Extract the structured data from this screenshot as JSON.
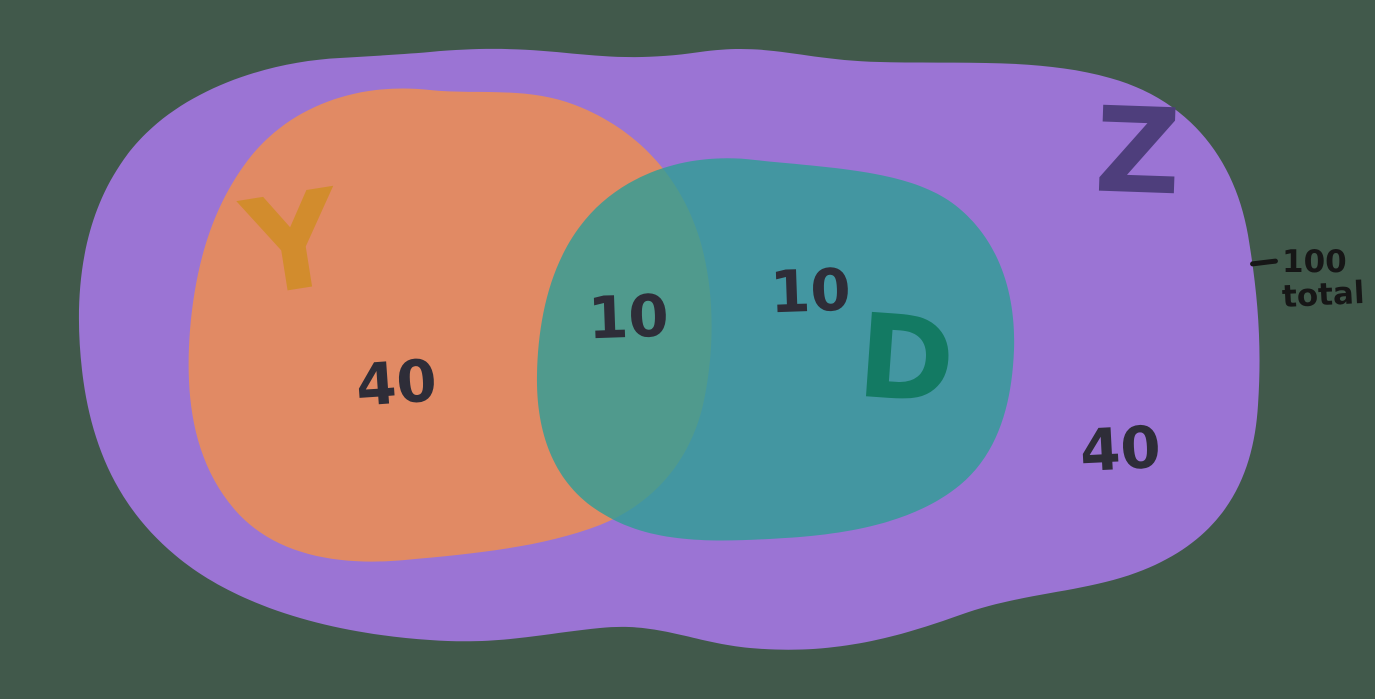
{
  "diagram": {
    "type": "venn",
    "outer_set": {
      "label": "Z",
      "only_value": "40"
    },
    "left_set": {
      "label": "Y",
      "only_value": "40"
    },
    "right_set": {
      "label": "D",
      "only_value": "10"
    },
    "intersection": {
      "value": "10"
    },
    "annotation": {
      "value": "100",
      "label": "total"
    }
  },
  "colors": {
    "background": "#41594b",
    "outer_set_fill": "#9b74d4",
    "left_set_fill": "#e18a64",
    "right_set_fill": "#2f9e96",
    "outer_label_color": "#4e3e7c",
    "left_label_color": "#d28c2d",
    "right_label_color": "#137a63",
    "value_text_color": "#2e2d38",
    "annotation_text_color": "#161616"
  }
}
